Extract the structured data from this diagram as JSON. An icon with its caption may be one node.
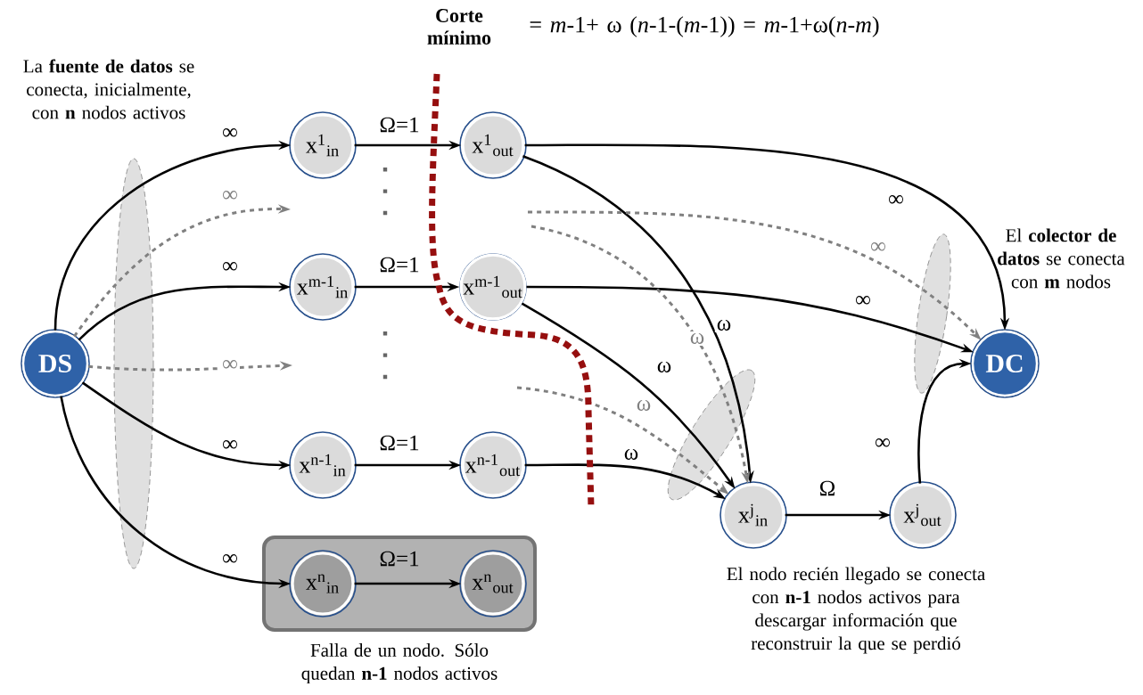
{
  "diagram": {
    "nodes": [
      {
        "text": [
          "DS"
        ]
      },
      {
        "text": [
          "x$^{1}$$_{in}$"
        ]
      },
      {
        "text": [
          "x$^{1}$$_{out}$"
        ]
      },
      {
        "text": [
          "x$^{m-1}$$_{in}$"
        ]
      },
      {
        "text": [
          "x$^{m-1}$$_{out}$"
        ]
      },
      {
        "text": [
          "x$^{n-1}$$_{in}$"
        ]
      },
      {
        "text": [
          "x$^{n-1}$$_{out}$"
        ]
      },
      {
        "text": [],
        "shape": "box",
        "beside": [
          "Falla de un nodo. Sólo quedan **n-1** nodos activos"
        ]
      },
      {
        "text": [
          "x$^{n}$$_{in}$"
        ],
        "in": 7
      },
      {
        "text": [
          "x$^{n}$$_{out}$"
        ],
        "in": 7
      },
      {
        "text": [
          "x$^{j}$$_{in}$"
        ]
      },
      {
        "text": [
          "x$^{j}$$_{out}$"
        ]
      },
      {
        "text": [
          "DC"
        ]
      }
    ],
    "edges": [
      {
        "from": 0,
        "to": 1,
        "arrow": "to",
        "label": "∞"
      },
      {
        "from": 0,
        "to": 3,
        "arrow": "to",
        "label": "∞"
      },
      {
        "from": 0,
        "to": 5,
        "arrow": "to",
        "label": "∞"
      },
      {
        "from": 0,
        "to": 8,
        "arrow": "to",
        "label": "∞"
      },
      {
        "from": 0,
        "to": null,
        "arrow": "to",
        "label": "∞",
        "style": "dashed",
        "color": "#808080"
      },
      {
        "from": 0,
        "to": null,
        "arrow": "to",
        "label": "∞",
        "style": "dashed",
        "color": "#808080"
      },
      {
        "from": 1,
        "to": 2,
        "arrow": "to",
        "label": "Ω=1"
      },
      {
        "from": 3,
        "to": 4,
        "arrow": "to",
        "label": "Ω=1"
      },
      {
        "from": 5,
        "to": 6,
        "arrow": "to",
        "label": "Ω=1"
      },
      {
        "from": 8,
        "to": 9,
        "arrow": "to",
        "label": "Ω=1"
      },
      {
        "from": 2,
        "to": 12,
        "arrow": "to",
        "label": "∞"
      },
      {
        "from": 4,
        "to": 12,
        "arrow": "to",
        "label": "∞"
      },
      {
        "from": 2,
        "to": 10,
        "arrow": "to",
        "label": "ω"
      },
      {
        "from": 4,
        "to": 10,
        "arrow": "to",
        "label": "ω"
      },
      {
        "from": 6,
        "to": 10,
        "arrow": "to",
        "label": "ω"
      },
      {
        "from": null,
        "to": 12,
        "arrow": "to",
        "label": "∞",
        "style": "dashed",
        "color": "#808080"
      },
      {
        "from": null,
        "to": 10,
        "arrow": "to",
        "label": "ω",
        "style": "dashed",
        "color": "#808080"
      },
      {
        "from": null,
        "to": 10,
        "arrow": "to",
        "label": "ω",
        "style": "dashed",
        "color": "#808080"
      },
      {
        "from": 10,
        "to": 11,
        "arrow": "to",
        "label": "Ω"
      },
      {
        "from": 11,
        "to": 12,
        "arrow": "to",
        "label": "∞"
      }
    ],
    "labels": [
      "Corte mínimo",
      "= *m*-1+ ω (*n*-1-(*m*-1)) = *m*-1+ω(*n*-*m*)",
      "La **fuente de datos** se conecta, inicialmente, con **n** nodos activos",
      "El **colector de datos** se conecta con **m** nodos",
      "El nodo recién llegado se conecta con **n-1** nodos activos para descargar información que reconstruir la que se perdió"
    ]
  }
}
